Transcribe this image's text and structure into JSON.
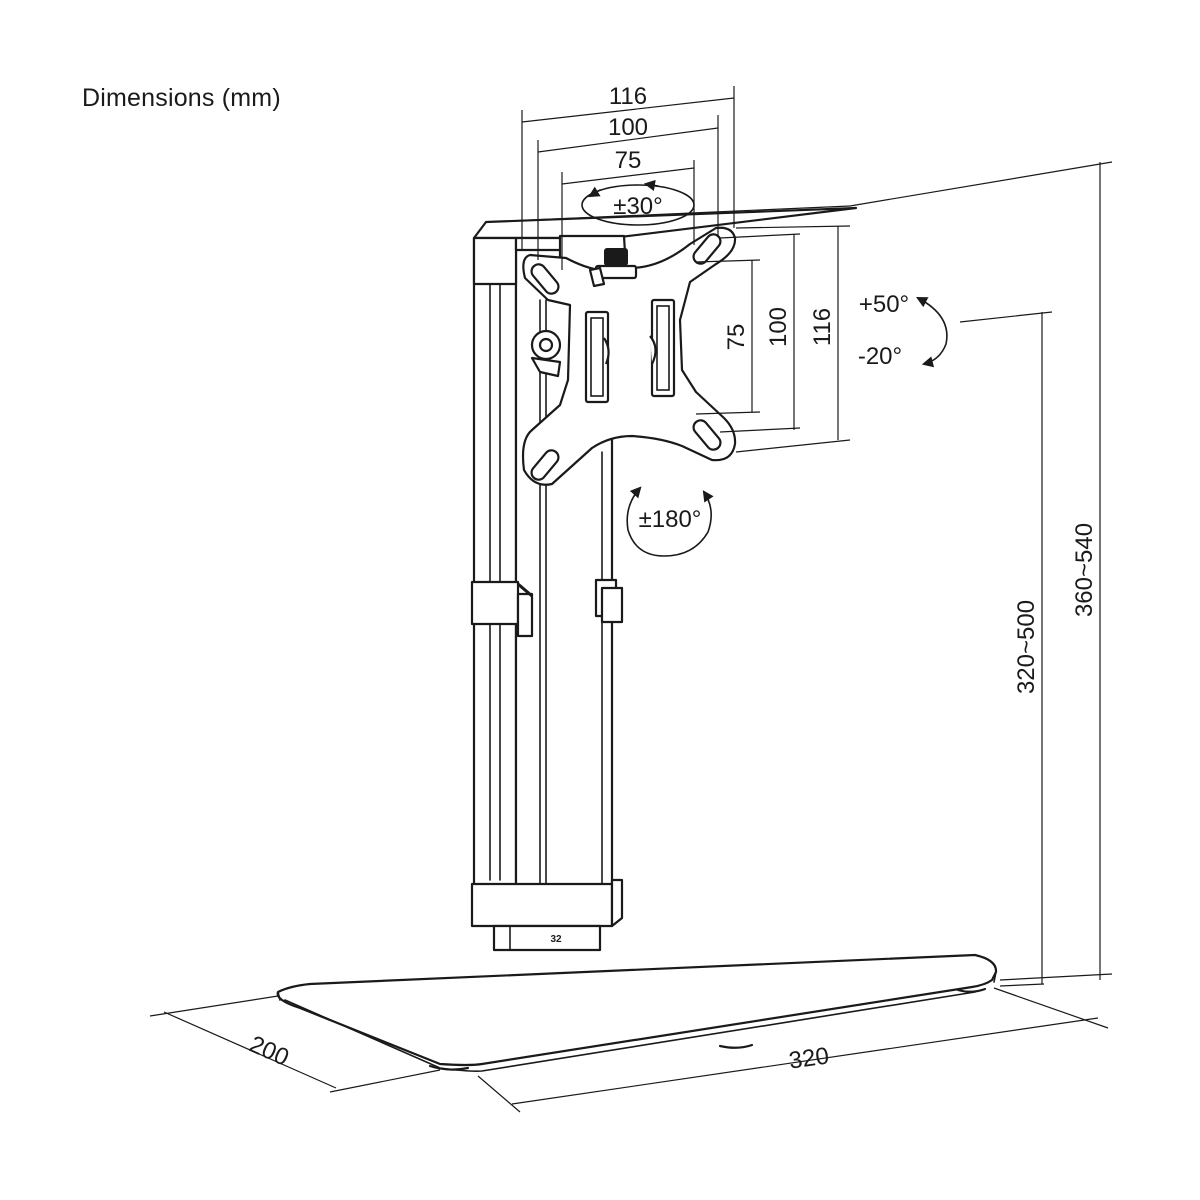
{
  "title": "Dimensions (mm)",
  "vesa_widths": {
    "outer": "116",
    "middle": "100",
    "inner": "75"
  },
  "vesa_heights": {
    "inner": "75",
    "middle": "100",
    "outer": "116"
  },
  "rotation": {
    "swivel": "±30°",
    "tilt_up": "+50°",
    "tilt_down": "-20°",
    "rotate": "±180°"
  },
  "heights": {
    "vesa_center": "320~500",
    "top": "360~540"
  },
  "base": {
    "depth": "200",
    "width": "320"
  },
  "column_label": "32"
}
